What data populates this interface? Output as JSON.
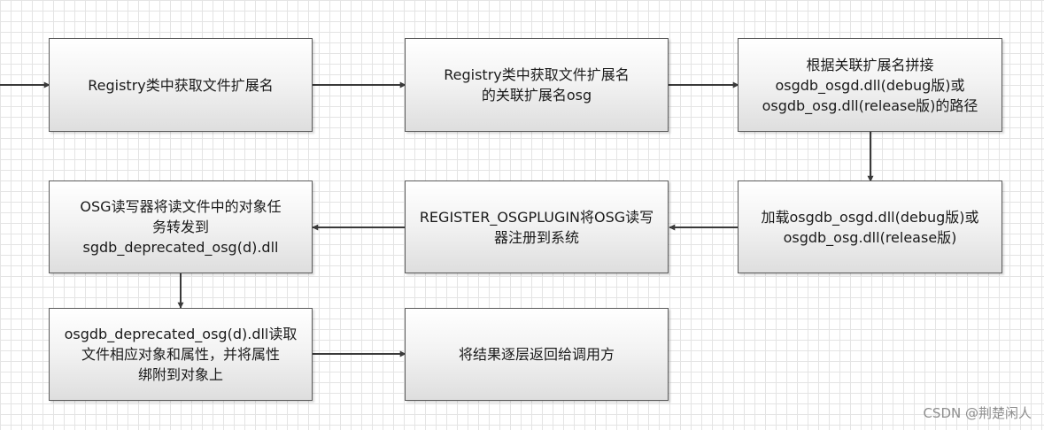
{
  "boxes": [
    {
      "id": "b1",
      "text": "Registry类中获取文件扩展名"
    },
    {
      "id": "b2",
      "text": "Registry类中获取文件扩展名\n的关联扩展名osg"
    },
    {
      "id": "b3",
      "text": "根据关联扩展名拼接\nosgdb_osgd.dll(debug版)或\nosgdb_osg.dll(release版)的路径"
    },
    {
      "id": "b4",
      "text": "加载osgdb_osgd.dll(debug版)或\nosgdb_osg.dll(release版)"
    },
    {
      "id": "b5",
      "text": "REGISTER_OSGPLUGIN将OSG读写\n器注册到系统"
    },
    {
      "id": "b6",
      "text": "OSG读写器将读文件中的对象任\n务转发到\nsgdb_deprecated_osg(d).dll"
    },
    {
      "id": "b7",
      "text": "osgdb_deprecated_osg(d).dll读取\n文件相应对象和属性，并将属性\n绑附到对象上"
    },
    {
      "id": "b8",
      "text": "将结果逐层返回给调用方"
    }
  ],
  "watermark": "CSDN @荆楚闲人",
  "colors": {
    "arrow": "#3a3a3a",
    "box_border": "#5b5b5b",
    "grid": "#e4e4e4"
  }
}
